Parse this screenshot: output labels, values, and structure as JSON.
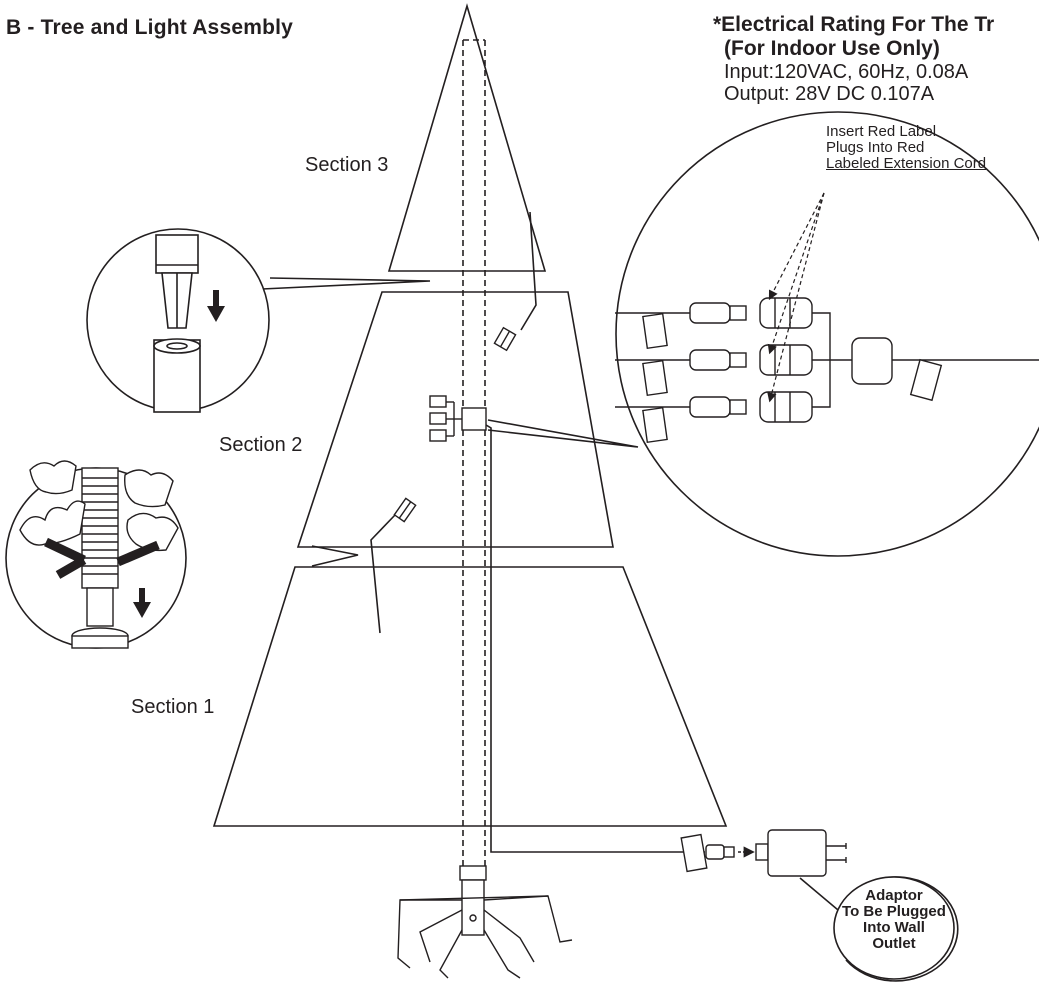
{
  "title": "B - Tree and Light Assembly",
  "rating": {
    "heading": "*Electrical Rating For The Tr",
    "subheading": "(For Indoor Use Only)",
    "input": "Input:120VAC, 60Hz, 0.08A",
    "output": "Output: 28V DC 0.107A"
  },
  "sections": {
    "section3": "Section 3",
    "section2": "Section 2",
    "section1": "Section 1"
  },
  "plug_note": {
    "line1": "Insert Red Label",
    "line2": "Plugs Into Red",
    "line3": "Labeled Extension Cord"
  },
  "adaptor_note": {
    "line1": "Adaptor",
    "line2": "To Be Plugged",
    "line3": "Into Wall",
    "line4": "Outlet"
  },
  "colors": {
    "ink": "#231f20",
    "background": "#ffffff"
  }
}
